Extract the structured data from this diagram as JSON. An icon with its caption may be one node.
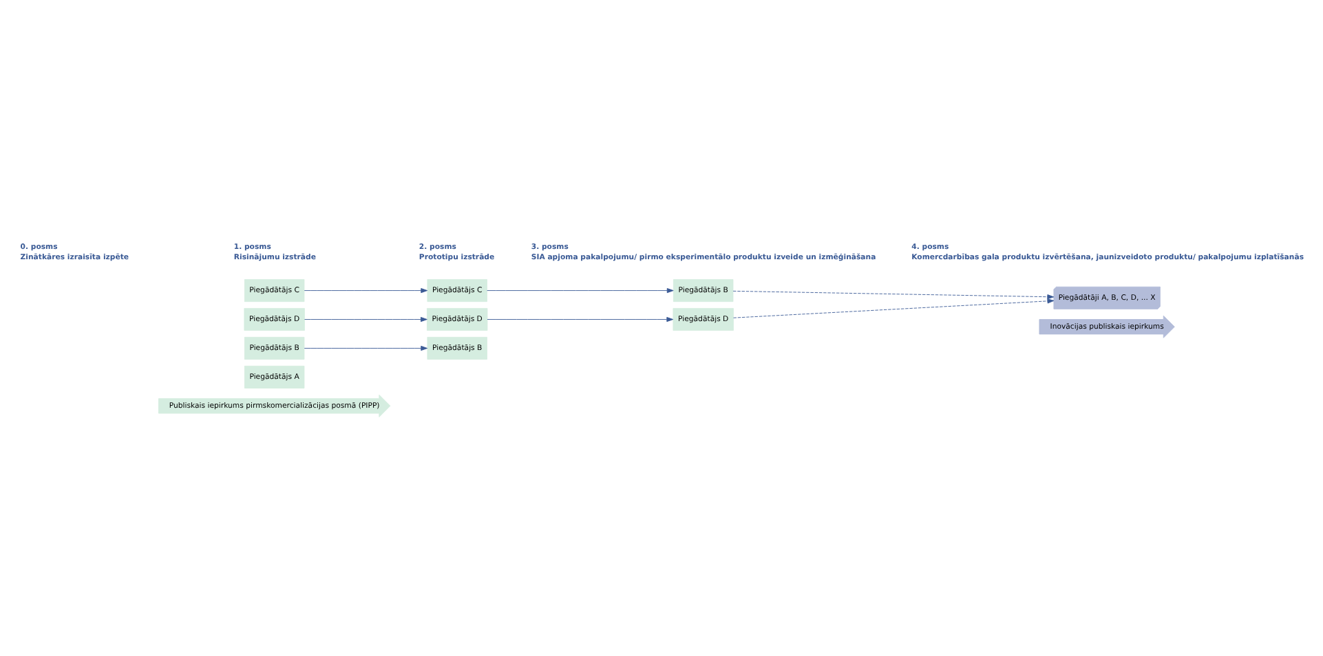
{
  "diagram": {
    "nodes": [
      {
        "text": [
          "Publiskais iepirkums pirmskomercializācijas posmā (PIPP)"
        ]
      },
      {
        "text": [
          "Inovācijas publiskais iepirkums"
        ]
      },
      {
        "text": [
          "Piegādātājs A"
        ]
      },
      {
        "text": [
          "Piegādātājs B"
        ]
      },
      {
        "text": [
          "Piegādātājs C"
        ]
      },
      {
        "text": [
          "Piegādātājs D"
        ]
      },
      {
        "text": [
          "Piegādātājs B"
        ]
      },
      {
        "text": [
          "Piegādātājs C"
        ]
      },
      {
        "text": [
          "Piegādātājs D"
        ]
      },
      {
        "text": [
          "Piegādātājs B"
        ]
      },
      {
        "text": [
          "Piegādātājs D"
        ]
      },
      {
        "text": [
          "Piegādātāji A, B, C, D, ... X"
        ]
      }
    ],
    "edges": [
      {
        "from": 3,
        "to": 6,
        "arrow": "to"
      },
      {
        "from": 4,
        "to": 7,
        "arrow": "to"
      },
      {
        "from": 5,
        "to": 8,
        "arrow": "to"
      },
      {
        "from": 7,
        "to": 9,
        "arrow": "to"
      },
      {
        "from": 8,
        "to": 10,
        "arrow": "to"
      },
      {
        "from": 9,
        "to": 11,
        "arrow": "to",
        "style": "dashed"
      },
      {
        "from": 10,
        "to": 11,
        "arrow": "to",
        "style": "dashed"
      }
    ],
    "labels": [
      "0. posms",
      "Zinātkāres izraisīta izpēte",
      "1. posms",
      "Risinājumu izstrāde",
      "2. posms",
      "Prototipu izstrāde",
      "3. posms",
      "SIA apjoma pakalpojumu/ pirmo eksperimentālo produktu izveide un izmēģināšana",
      "4. posms",
      "Komercdarbības gala produktu izvērtēšana, jaunizveidoto produktu/ pakalpojumu izplatīšanās"
    ]
  }
}
